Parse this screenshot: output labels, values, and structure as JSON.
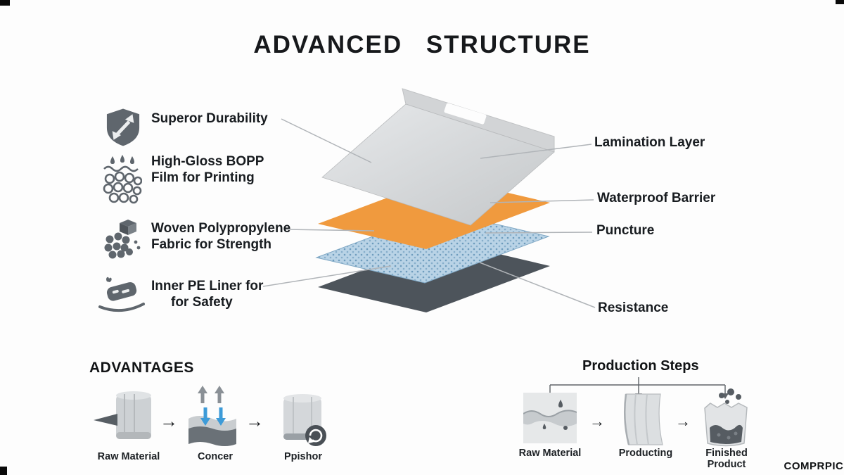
{
  "title": "ADVANCED STRUCTURE",
  "features": [
    {
      "line1": "Superor Durability",
      "line2": ""
    },
    {
      "line1": "High-Gloss BOPP",
      "line2": "Film for Printing"
    },
    {
      "line1": "Woven Polypropylene",
      "line2": "Fabric for Strength"
    },
    {
      "line1": "Inner PE Liner for",
      "line2": "for Safety"
    }
  ],
  "layer_labels": [
    {
      "label": "Lamination Layer"
    },
    {
      "label": "Waterproof Barrier"
    },
    {
      "label": "Puncture"
    },
    {
      "label": "Resistance"
    }
  ],
  "advantages": {
    "heading": "ADVANTAGES",
    "steps": [
      {
        "label": "Raw Material"
      },
      {
        "label": "Concer"
      },
      {
        "label": "Ppishor"
      }
    ],
    "arrow": "→"
  },
  "production": {
    "heading": "Production Steps",
    "steps": [
      {
        "label": "Raw Material"
      },
      {
        "label": "Producting"
      },
      {
        "label": "Finished Product"
      }
    ],
    "arrow": "→"
  },
  "watermark": "COMPRPICI",
  "colors": {
    "lamination_sheet": "#d6d8da",
    "waterproof_orange": "#f09a3e",
    "woven_blue": "#b9d3e6",
    "liner_dark": "#4d545b",
    "icon_gray": "#5f666d",
    "accent_blue_arrow": "#3d9bd8"
  }
}
